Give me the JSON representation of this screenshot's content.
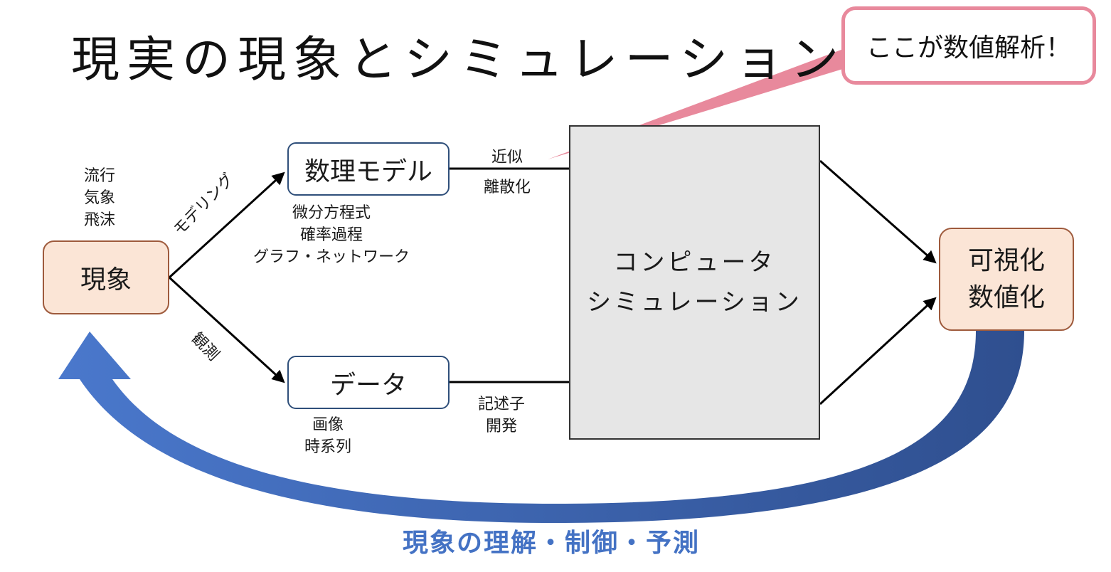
{
  "title": "現実の現象とシミュレーション",
  "callout": "ここが数値解析！",
  "nodes": {
    "phenomenon": "現象",
    "model": "数理モデル",
    "data": "データ",
    "simulation": [
      "コンピュータ",
      "シミュレーション"
    ],
    "visualize": [
      "可視化",
      "数値化"
    ]
  },
  "notes": {
    "phenomenon_examples": [
      "流行",
      "気象",
      "飛沫"
    ],
    "model_examples": [
      "微分方程式",
      "確率過程",
      "グラフ・ネットワーク"
    ],
    "data_examples": [
      "画像",
      "時系列"
    ],
    "approx": [
      "近似",
      "離散化"
    ],
    "descriptor": [
      "記述子",
      "開発"
    ]
  },
  "edges": {
    "modeling": "モデリング",
    "observation": "観測"
  },
  "feedback": "現象の理解・制御・予測",
  "colors": {
    "callout_border": "#e8899c",
    "node_fill_warm": "#fbe5d6",
    "node_border_warm": "#9e5a3c",
    "node_border_blue": "#2f4f7a",
    "sim_fill": "#e6e6e6",
    "feedback_blue": "#4472c4"
  }
}
